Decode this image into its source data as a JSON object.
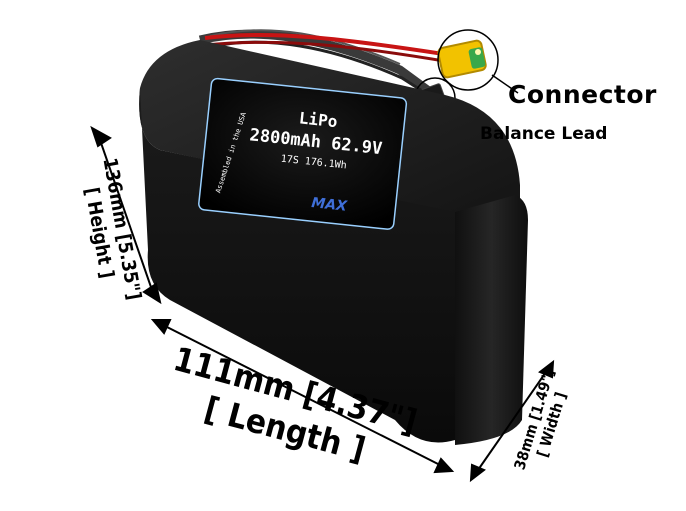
{
  "battery_label": {
    "chemistry": "LiPo",
    "capacity_voltage": "2800mAh 62.9V",
    "cells_energy": "17S 176.1Wh",
    "origin_note": "Assembled in the USA",
    "logo_text": "MAX"
  },
  "callouts": {
    "connector": "Connector",
    "balance_lead": "Balance Lead"
  },
  "dimensions": {
    "height_value": "136mm [5.35\"]",
    "height_name": "[ Height ]",
    "length_value": "111mm [4.37\"]",
    "length_name": "[ Length ]",
    "width_value": "38mm [1.49\"]",
    "width_name": "[ Width ]"
  },
  "colors": {
    "battery_body": "#1a1a1a",
    "connector_yellow": "#f2c200",
    "lead_red": "#c81414",
    "label_border": "#9ad0ff"
  }
}
